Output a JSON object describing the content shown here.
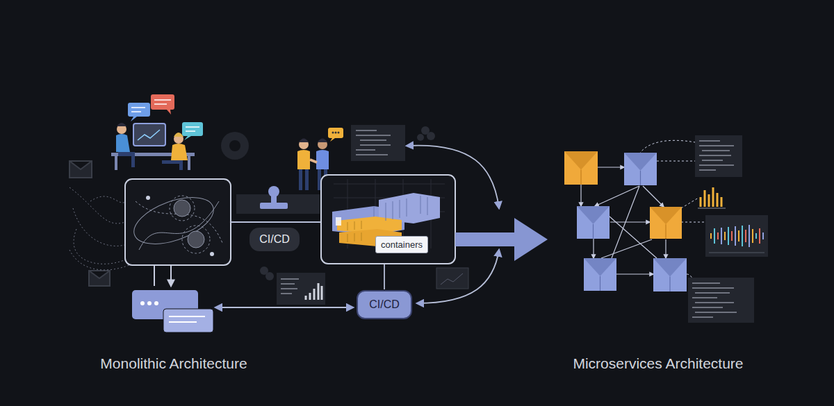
{
  "diagram": {
    "nodes": [
      {
        "text": [
          "CI/CD"
        ]
      },
      {
        "text": [
          "CI/CD"
        ]
      },
      {
        "text": [
          "containers"
        ]
      }
    ],
    "labels": [
      "Monolithic Architecture",
      "Microservices Architecture"
    ]
  }
}
